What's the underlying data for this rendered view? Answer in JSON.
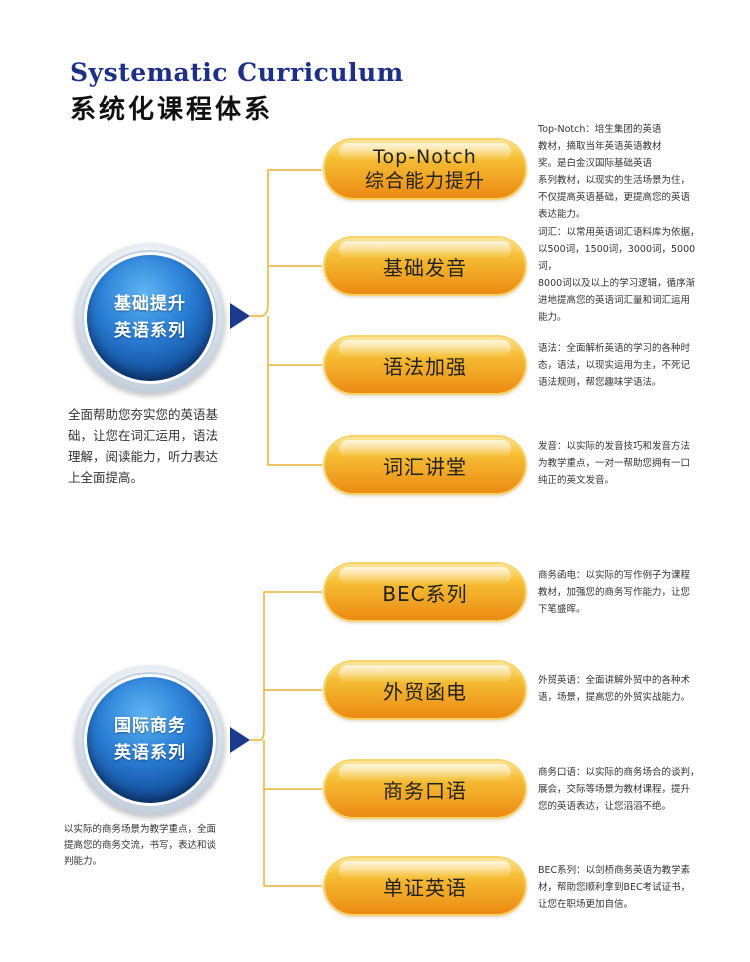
{
  "header": {
    "title_en": "Systematic Curriculum",
    "title_cn": "系统化课程体系"
  },
  "sections": [
    {
      "circle": {
        "line1": "基础提升",
        "line2": "英语系列"
      },
      "intro": "全面帮助您夯实您的英语基\n础，让您在词汇运用，语法\n理解，阅读能力，听力表达\n上全面提高。",
      "items": [
        {
          "title_line1": "Top-Notch",
          "title_line2": "综合能力提升",
          "desc": "Top-Notch：培生集团的英语\n教材，摘取当年英语英语教材\n奖。是白金汉国际基础英语\n系列教材，以现实的生活场景为住，\n不仅提高英语基础，更提高您的英语\n表达能力。"
        },
        {
          "title_line1": "基础发音",
          "desc": "词汇：以常用英语词汇语料库为依据，\n以500词，1500词，3000词，5000词，\n8000词以及以上的学习逻辑，循序渐\n进地提高您的英语词汇量和词汇运用\n能力。"
        },
        {
          "title_line1": "语法加强",
          "desc": "语法：全面解析英语的学习的各种时\n态，语法，以现实运用为主，不死记\n语法规则，帮您趣味学语法。"
        },
        {
          "title_line1": "词汇讲堂",
          "desc": "发音：以实际的发音技巧和发音方法\n为教学重点，一对一帮助您拥有一口\n纯正的英文发音。"
        }
      ]
    },
    {
      "circle": {
        "line1": "国际商务",
        "line2": "英语系列"
      },
      "intro": "以实际的商务场景为教学重点，全面\n提高您的商务交流，书写，表达和谈\n判能力。",
      "items": [
        {
          "title_line1": "BEC系列",
          "desc": "商务函电：以实际的写作例子为课程\n教材，加强您的商务写作能力，让您\n下笔盛晖。"
        },
        {
          "title_line1": "外贸函电",
          "desc": "外贸英语：全面讲解外贸中的各种术\n语，场景，提高您的外贸实战能力。"
        },
        {
          "title_line1": "商务口语",
          "desc": "商务口语：以实际的商务场合的谈判，\n展会，交际等场景为教材课程，提升\n您的英语表达，让您滔滔不绝。"
        },
        {
          "title_line1": "单证英语",
          "desc": "BEC系列：以剑桥商务英语为教学素\n材，帮助您顺利拿到BEC考试证书，\n让您在职场更加自信。"
        }
      ]
    }
  ]
}
